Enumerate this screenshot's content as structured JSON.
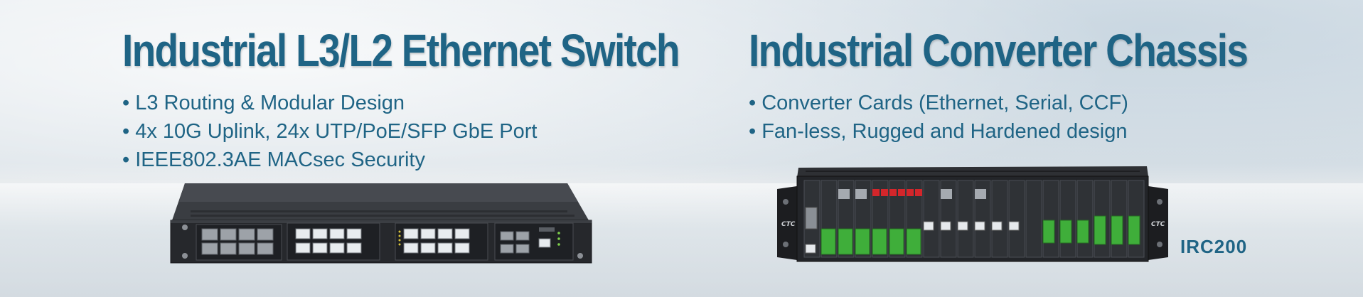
{
  "left_panel": {
    "title": "Industrial L3/L2 Ethernet Switch",
    "bullets": [
      "• L3 Routing & Modular Design",
      "• 4x 10G Uplink, 24x UTP/PoE/SFP GbE Port",
      "• IEEE802.3AE MACsec Security"
    ],
    "product_icon": "ethernet-switch-image"
  },
  "right_panel": {
    "title": "Industrial Converter Chassis",
    "bullets": [
      "• Converter Cards (Ethernet, Serial, CCF)",
      "• Fan-less, Rugged and Hardened design"
    ],
    "product_icon": "converter-chassis-image",
    "model_label": "IRC200"
  },
  "colors": {
    "heading": "#1f6485",
    "chassis": "#2a2d31",
    "terminal_green": "#3fae3a",
    "port_red": "#d3262b"
  }
}
